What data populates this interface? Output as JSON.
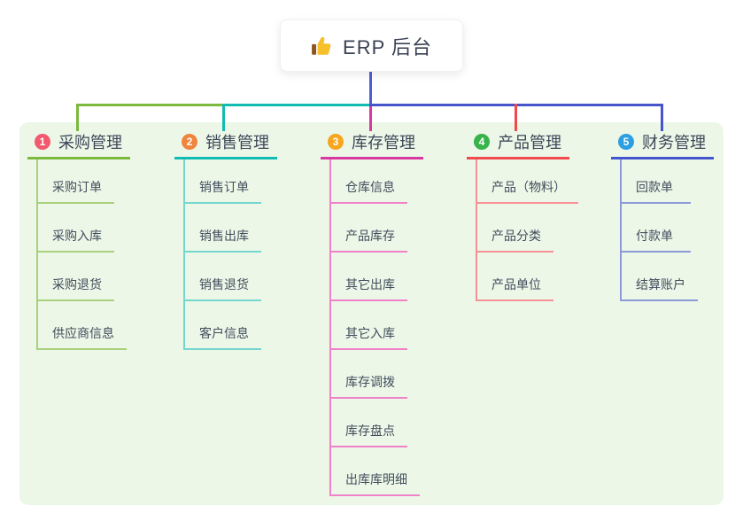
{
  "root": {
    "icon": "thumbs-up",
    "label": "ERP 后台"
  },
  "branches": [
    {
      "badge": "1",
      "title": "采购管理",
      "color": "#7cb93f",
      "line_light": "#a9d07b",
      "badge_color": "#f2596f",
      "items": [
        "采购订单",
        "采购入库",
        "采购退货",
        "供应商信息"
      ]
    },
    {
      "badge": "2",
      "title": "销售管理",
      "color": "#13bcb2",
      "line_light": "#74d6cd",
      "badge_color": "#f0853f",
      "items": [
        "销售订单",
        "销售出库",
        "销售退货",
        "客户信息"
      ]
    },
    {
      "badge": "3",
      "title": "库存管理",
      "color": "#d8389f",
      "line_light": "#ef82c6",
      "badge_color": "#f6a61f",
      "items": [
        "仓库信息",
        "产品库存",
        "其它出库",
        "其它入库",
        "库存调拨",
        "库存盘点",
        "出库库明细"
      ]
    },
    {
      "badge": "4",
      "title": "产品管理",
      "color": "#ef4a4d",
      "line_light": "#f79294",
      "badge_color": "#37b34a",
      "items": [
        "产品（物料）",
        "产品分类",
        "产品单位"
      ]
    },
    {
      "badge": "5",
      "title": "财务管理",
      "color": "#4556cd",
      "line_light": "#8d9ad9",
      "badge_color": "#2b9fe2",
      "items": [
        "回款单",
        "付款单",
        "结算账户"
      ]
    }
  ],
  "colors": {
    "canvas_bg": "#ffffff",
    "panel_bg": "#edf7e8",
    "root_stem": "#4f5ed3",
    "title_text": "#3c4758",
    "item_text": "#414d5c",
    "root_text": "#3a4254",
    "thumb_yellow": "#f5c02c",
    "thumb_cuff": "#8d5524"
  }
}
